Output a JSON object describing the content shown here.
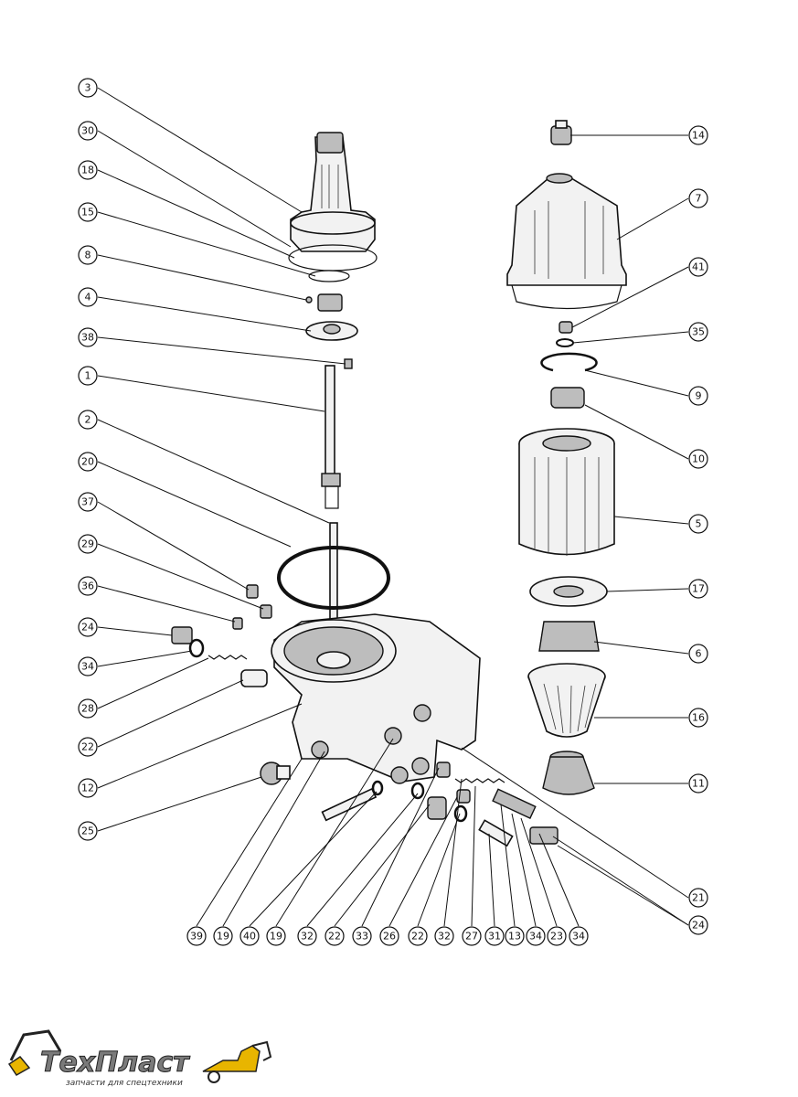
{
  "parts": {
    "left_column": [
      "3",
      "30",
      "18",
      "15",
      "8",
      "4",
      "38",
      "1",
      "2",
      "20",
      "37",
      "29",
      "36",
      "24",
      "34",
      "28",
      "22",
      "12",
      "25"
    ],
    "right_column": [
      "14",
      "7",
      "41",
      "35",
      "9",
      "10",
      "5",
      "17",
      "6",
      "16",
      "11",
      "21",
      "24"
    ],
    "bottom_row": [
      "39",
      "19",
      "40",
      "19",
      "32",
      "22",
      "33",
      "26",
      "22",
      "32",
      "27",
      "31",
      "13",
      "34",
      "23",
      "34"
    ]
  },
  "logo": {
    "brand": "ТехПласт",
    "slogan": "запчасти для спецтехники"
  }
}
